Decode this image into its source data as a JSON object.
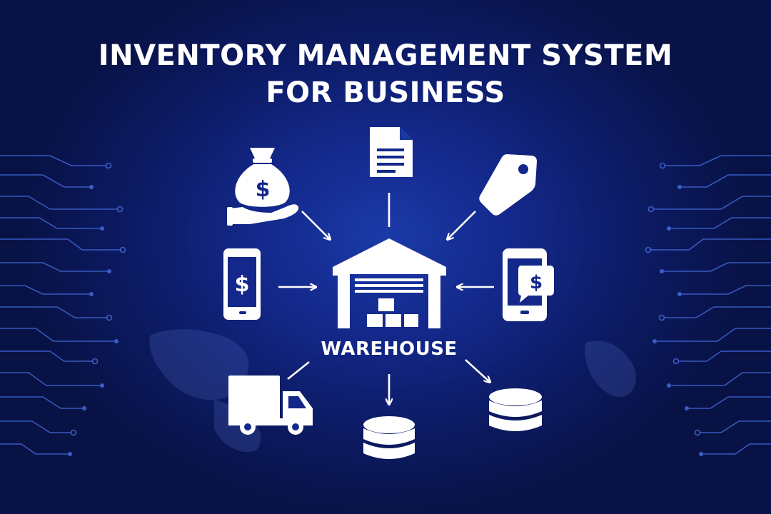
{
  "title": {
    "line1": "INVENTORY MANAGEMENT SYSTEM",
    "line2": "FOR BUSINESS"
  },
  "center": {
    "label": "WAREHOUSE",
    "icon": "warehouse-icon"
  },
  "inputs": [
    {
      "icon": "money-bag-hand-icon",
      "symbol": "$"
    },
    {
      "icon": "document-icon"
    },
    {
      "icon": "price-tag-icon"
    },
    {
      "icon": "mobile-payment-icon",
      "symbol": "$"
    },
    {
      "icon": "mobile-chat-payment-icon",
      "symbol": "$"
    }
  ],
  "outputs": [
    {
      "icon": "delivery-truck-icon"
    },
    {
      "icon": "database-icon"
    },
    {
      "icon": "database-icon"
    }
  ],
  "colors": {
    "background_center": "#1b3aa8",
    "background_edge": "#081245",
    "circuit": "#3f66d4",
    "foreground": "#ffffff"
  }
}
